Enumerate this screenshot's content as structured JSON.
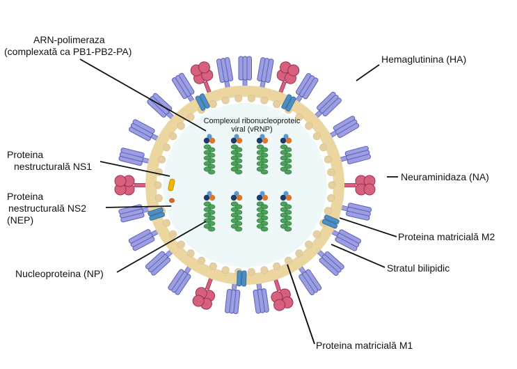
{
  "labels": {
    "rna_polymerase": {
      "line1": "ARN-polimeraza",
      "line2": "(complexată ca PB1-PB2-PA)"
    },
    "hemagglutinin": "Hemaglutinina (HA)",
    "vrnp": {
      "line1": "Complexul ribonucleoproteic",
      "line2": "viral (vRNP)"
    },
    "ns1": {
      "line1": "Proteina",
      "line2": "nestructurală NS1"
    },
    "ns2": {
      "line1": "Proteina",
      "line2": "nestructurală NS2",
      "line3": "(NEP)"
    },
    "neuraminidase": "Neuraminidaza (NA)",
    "m2": "Proteina matricială M2",
    "nucleoprotein": "Nucleoproteina (NP)",
    "lipid_bilayer": "Stratul bilipidic",
    "m1": "Proteina matricială M1"
  },
  "colors": {
    "envelope": "#ecd6a0",
    "interior": "#eef8f8",
    "matrix_m1": "#e6d0a3",
    "hemagglutinin": "#9b9ee0",
    "hemagglutinin_stroke": "#5c5fb8",
    "neuraminidase": "#d7607f",
    "neuraminidase_stroke": "#9a2f4d",
    "m2": "#4c8fc6",
    "rna_helix": "#4ba35a",
    "polymerase_pb1": "#1c3d6b",
    "polymerase_pb2": "#d9782e",
    "polymerase_pa": "#5d98d3",
    "ns1": "#f3b400",
    "ns2": "#e5652a"
  }
}
